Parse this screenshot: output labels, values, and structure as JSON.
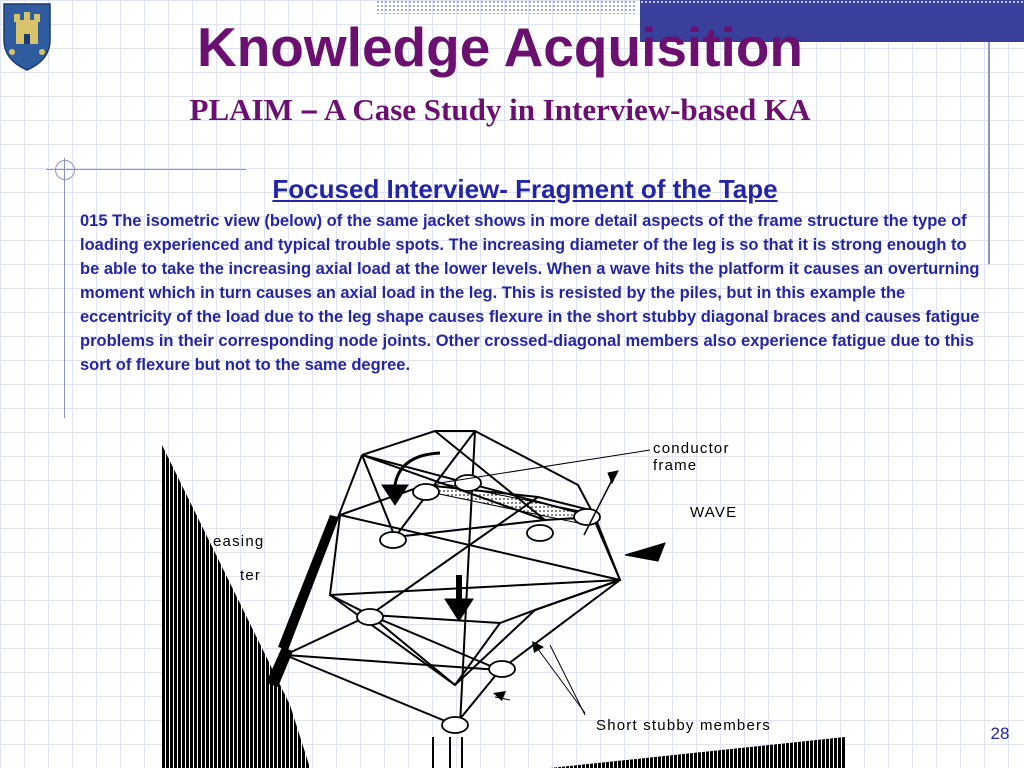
{
  "header": {
    "title": "Knowledge Acquisition",
    "subtitle_part1": "PLAIM ",
    "subtitle_dash": "–",
    "subtitle_part2": " A Case Study in Interview-based KA"
  },
  "section": {
    "heading": "Focused  Interview- Fragment of the Tape",
    "body": "015   The isometric view (below) of the same jacket shows in more detail aspects of the frame structure the type of loading experienced and typical trouble spots.  The increasing diameter of the leg is so that it is strong enough to be able to take the increasing axial load at the lower levels.  When a wave hits the platform it causes an overturning moment which in turn causes an axial load in the leg.  This is resisted by the piles, but in this example the eccentricity of the load due to the leg shape causes flexure in the short stubby diagonal braces and causes fatigue problems in their corresponding node joints.  Other crossed-diagonal members also experience fatigue due to this sort of flexure but not to the same degree."
  },
  "diagram": {
    "labels": {
      "conductor_line1": "conductor",
      "conductor_line2": "frame",
      "wave": "WAVE",
      "increasing_fragment": "easing",
      "diameter_fragment": "ter",
      "short_stubby": "Short stubby members"
    }
  },
  "footer": {
    "page_number": "28"
  },
  "colors": {
    "title": "#6b1070",
    "body": "#2424a8",
    "accent_band": "#3b3f9c"
  }
}
